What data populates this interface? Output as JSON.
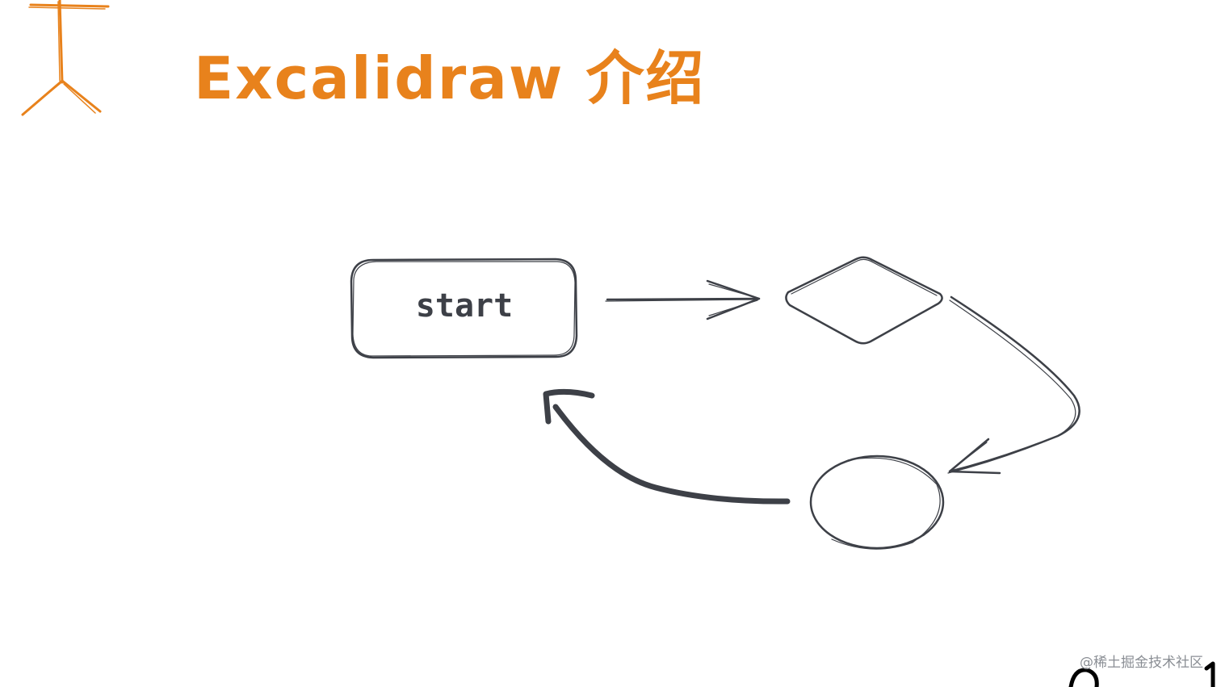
{
  "title": "Excalidraw 介绍",
  "start_label": "start",
  "watermark": "@稀土掘金技术社区",
  "colors": {
    "accent": "#e8821c",
    "ink": "#3d4047",
    "watermark": "#8a8e94",
    "background": "#ffffff"
  }
}
